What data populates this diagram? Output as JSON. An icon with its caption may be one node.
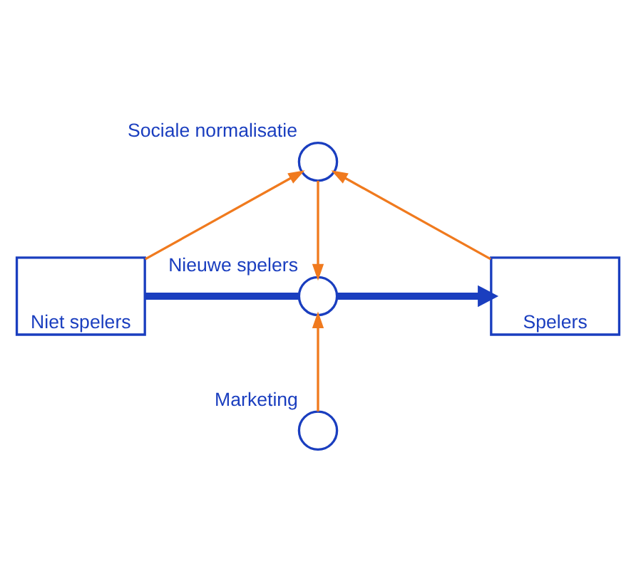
{
  "diagram": {
    "nodes": [
      {
        "text": [
          "Sociale normalisatie"
        ]
      },
      {
        "text": [
          "Nieuwe spelers"
        ]
      },
      {
        "text": [
          "Niet spelers"
        ]
      },
      {
        "text": [
          "Spelers"
        ]
      },
      {
        "text": [
          "Marketing"
        ]
      }
    ],
    "edges": [
      {
        "from": 2,
        "to": 0,
        "arrow": "to"
      },
      {
        "from": 3,
        "to": 0,
        "arrow": "to"
      },
      {
        "from": 0,
        "to": 1,
        "arrow": "to"
      },
      {
        "from": 2,
        "to": 1,
        "arrow": "none",
        "style": "thick",
        "color": "#1a3ebf"
      },
      {
        "from": 1,
        "to": 3,
        "arrow": "to",
        "style": "thick",
        "color": "#1a3ebf"
      },
      {
        "from": 4,
        "to": 1,
        "arrow": "to"
      }
    ]
  }
}
